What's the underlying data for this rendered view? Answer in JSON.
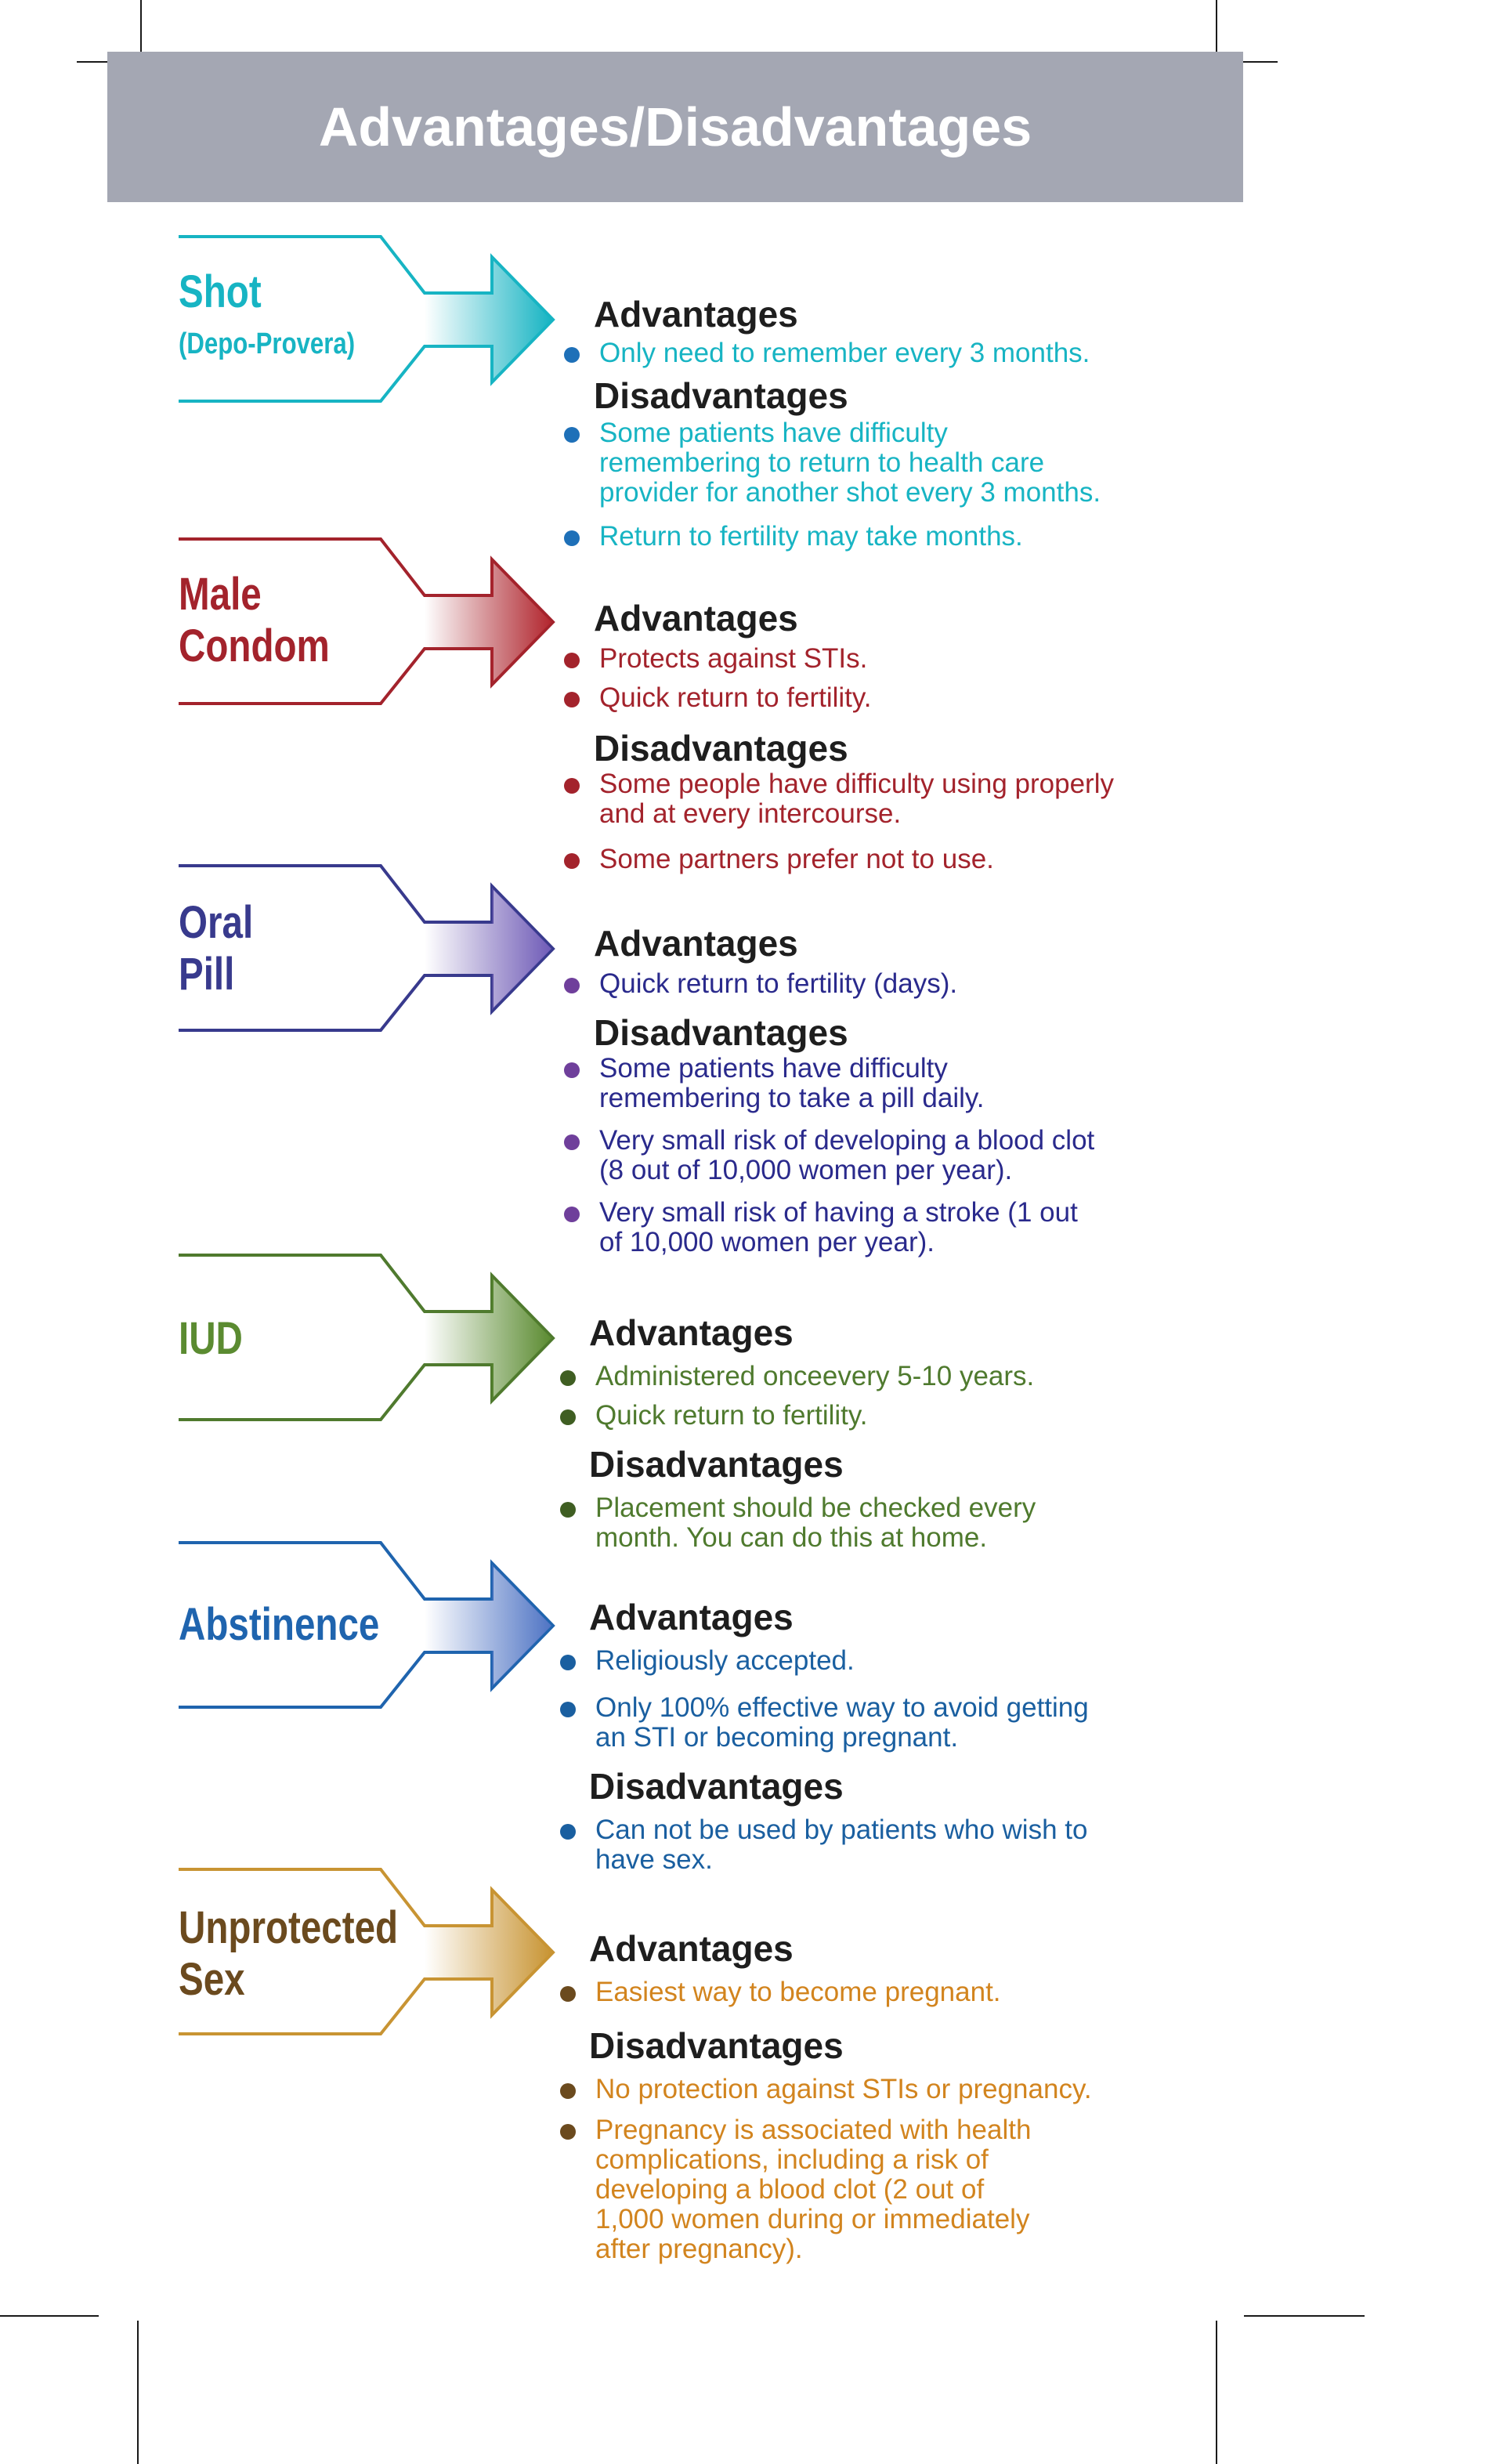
{
  "title": "Advantages/Disadvantages",
  "colors": {
    "banner": "#a4a7b3",
    "heading_text": "#1e1e1e",
    "shot": "#17b4c3",
    "shot_bullet": "#1e70b8",
    "condom": "#a3232c",
    "pill_name": "#383a8d",
    "pill_text": "#2a2a8c",
    "pill_bullet": "#6f3f9b",
    "iud": "#4f7a2e",
    "iud_name": "#5b8b31",
    "abstinence": "#1f64ae",
    "abstinence_text": "#1a5fa0",
    "unprotected": "#c89433",
    "unprotected_name": "#6b4a1e",
    "unprotected_text": "#d2841e",
    "unprotected_bullet": "#6b4a1e"
  },
  "methods": [
    {
      "name": "Shot",
      "subname": "(Depo-Provera)",
      "advantages_label": "Advantages",
      "advantages": [
        "Only need to remember every 3 months."
      ],
      "disadvantages_label": "Disadvantages",
      "disadvantages": [
        "Some patients have difficulty\nremembering to return to health care\nprovider for another shot every 3 months.",
        "Return to fertility may take months."
      ]
    },
    {
      "name": "Male\nCondom",
      "advantages_label": "Advantages",
      "advantages": [
        "Protects against STIs.",
        "Quick return to fertility."
      ],
      "disadvantages_label": "Disadvantages",
      "disadvantages": [
        "Some people have difficulty using properly\nand at every intercourse.",
        "Some partners prefer not to use."
      ]
    },
    {
      "name": "Oral\nPill",
      "advantages_label": "Advantages",
      "advantages": [
        "Quick return to fertility (days)."
      ],
      "disadvantages_label": "Disadvantages",
      "disadvantages": [
        "Some patients have difficulty\nremembering to take a pill daily.",
        "Very small risk of developing a blood clot\n(8 out of 10,000 women per year).",
        "Very small risk of having a stroke (1 out\nof 10,000 women per year)."
      ]
    },
    {
      "name": "IUD",
      "advantages_label": "Advantages",
      "advantages": [
        "Administered onceevery 5-10 years.",
        "Quick return to fertility."
      ],
      "disadvantages_label": "Disadvantages",
      "disadvantages": [
        "Placement should be checked every\nmonth. You can do this at home."
      ]
    },
    {
      "name": "Abstinence",
      "advantages_label": "Advantages",
      "advantages": [
        "Religiously accepted.",
        "Only 100% effective way to avoid getting\nan STI or becoming pregnant."
      ],
      "disadvantages_label": "Disadvantages",
      "disadvantages": [
        "Can not be used by patients who wish to\nhave sex."
      ]
    },
    {
      "name": "Unprotected\nSex",
      "advantages_label": "Advantages",
      "advantages": [
        "Easiest way to become pregnant."
      ],
      "disadvantages_label": "Disadvantages",
      "disadvantages": [
        "No protection against STIs or pregnancy.",
        "Pregnancy is associated with health\ncomplications, including a risk of\ndeveloping a blood clot (2 out of\n1,000 women during or immediately\nafter pregnancy)."
      ]
    }
  ]
}
